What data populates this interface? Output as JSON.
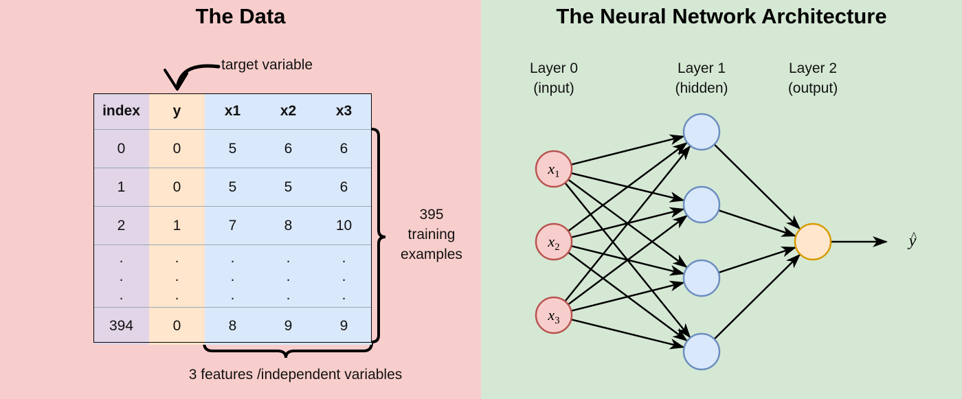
{
  "left_panel": {
    "title": "The Data",
    "background": "#f8cecc",
    "target_label": "target variable",
    "table": {
      "headers": [
        "index",
        "y",
        "x1",
        "x2",
        "x3"
      ],
      "rows": [
        [
          "0",
          "0",
          "5",
          "6",
          "6"
        ],
        [
          "1",
          "0",
          "5",
          "5",
          "6"
        ],
        [
          "2",
          "1",
          "7",
          "8",
          "10"
        ]
      ],
      "dots": ".\n.\n.",
      "last_row": [
        "394",
        "0",
        "8",
        "9",
        "9"
      ],
      "colors": {
        "index": "#e1d5e7",
        "y": "#ffe6cc",
        "features": "#dae8fc"
      }
    },
    "rows_brace_label": "395\ntraining\nexamples",
    "features_brace_label": "3 features /independent variables"
  },
  "right_panel": {
    "title": "The Neural Network Architecture",
    "background": "#d5e8d4",
    "layers": [
      {
        "name": "Layer 0",
        "role": "(input)"
      },
      {
        "name": "Layer 1",
        "role": "(hidden)"
      },
      {
        "name": "Layer 2",
        "role": "(output)"
      }
    ],
    "input_nodes": [
      {
        "base": "x",
        "sub": "1"
      },
      {
        "base": "x",
        "sub": "2"
      },
      {
        "base": "x",
        "sub": "3"
      }
    ],
    "hidden_node_count": 4,
    "output_label": {
      "base": "y",
      "accent": "^"
    },
    "colors": {
      "input_fill": "#f8cecc",
      "input_stroke": "#b85450",
      "hidden_fill": "#dae8fc",
      "hidden_stroke": "#6c8ebf",
      "output_fill": "#ffe6cc",
      "output_stroke": "#d79b00"
    }
  }
}
